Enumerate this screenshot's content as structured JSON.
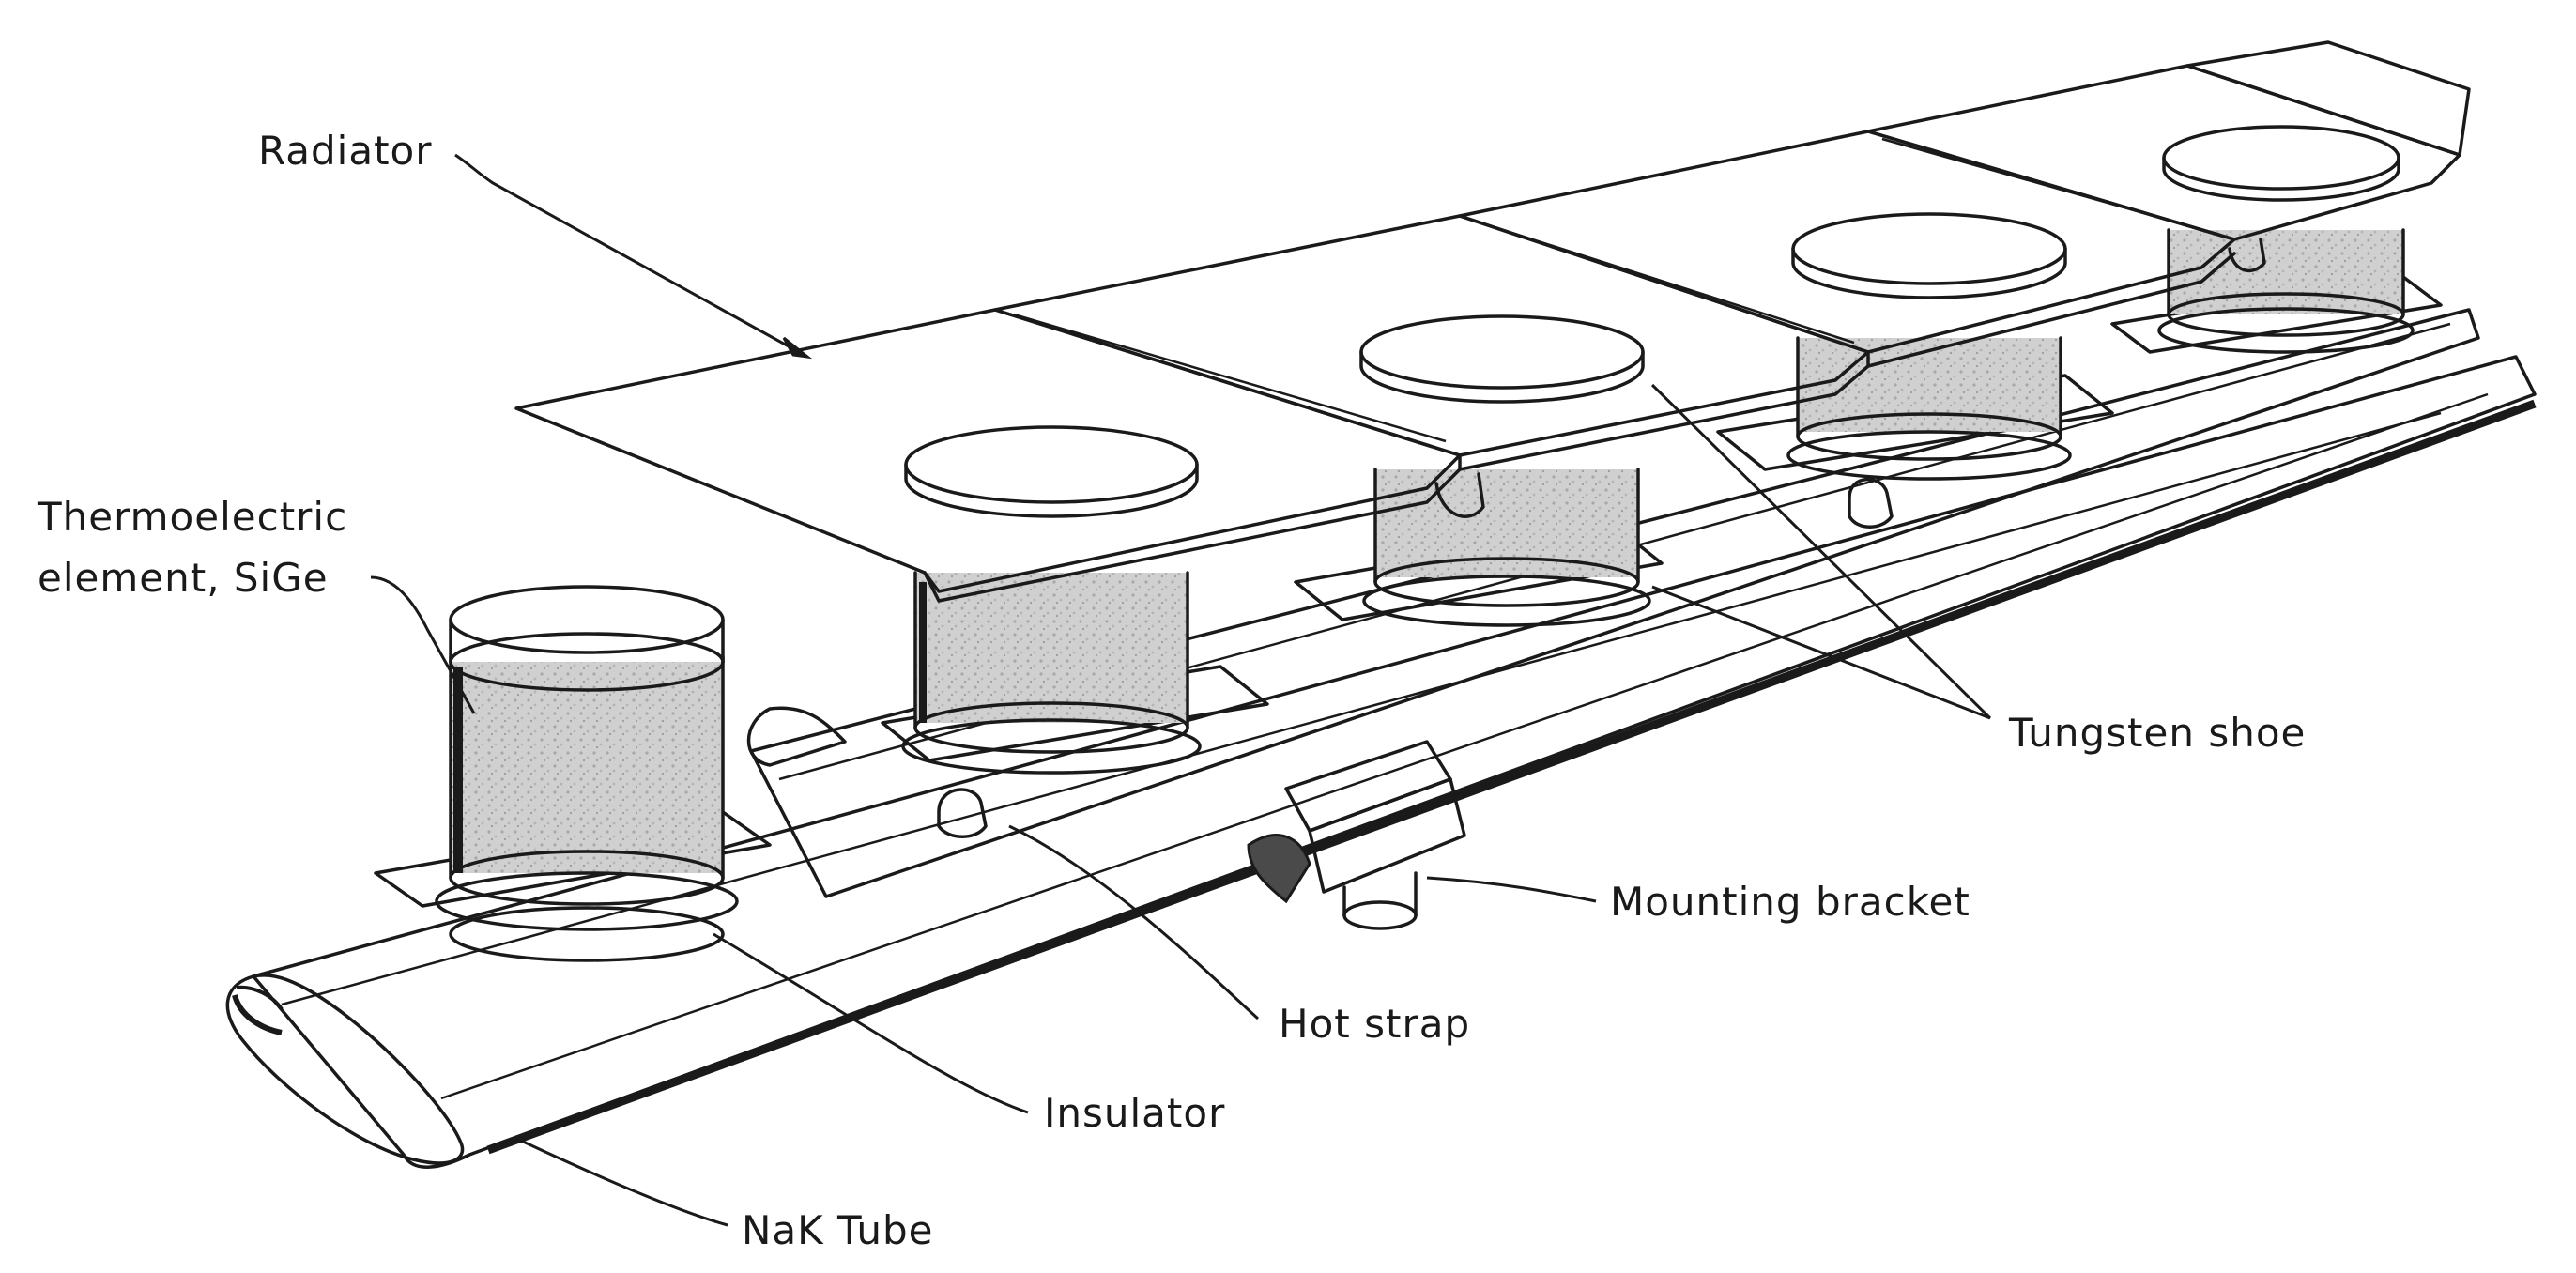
{
  "diagram": {
    "labels": {
      "radiator": "Radiator",
      "thermoelectric_line1": "Thermoelectric",
      "thermoelectric_line2": "element, SiGe",
      "tungsten_shoe": "Tungsten shoe",
      "mounting_bracket": "Mounting bracket",
      "hot_strap": "Hot strap",
      "insulator": "Insulator",
      "nak_tube": "NaK Tube"
    },
    "colors": {
      "ink": "#1a1a1a",
      "paper": "#ffffff",
      "element_shade": "#d2d2d2",
      "insulator_shade": "#bdbdbd"
    }
  }
}
